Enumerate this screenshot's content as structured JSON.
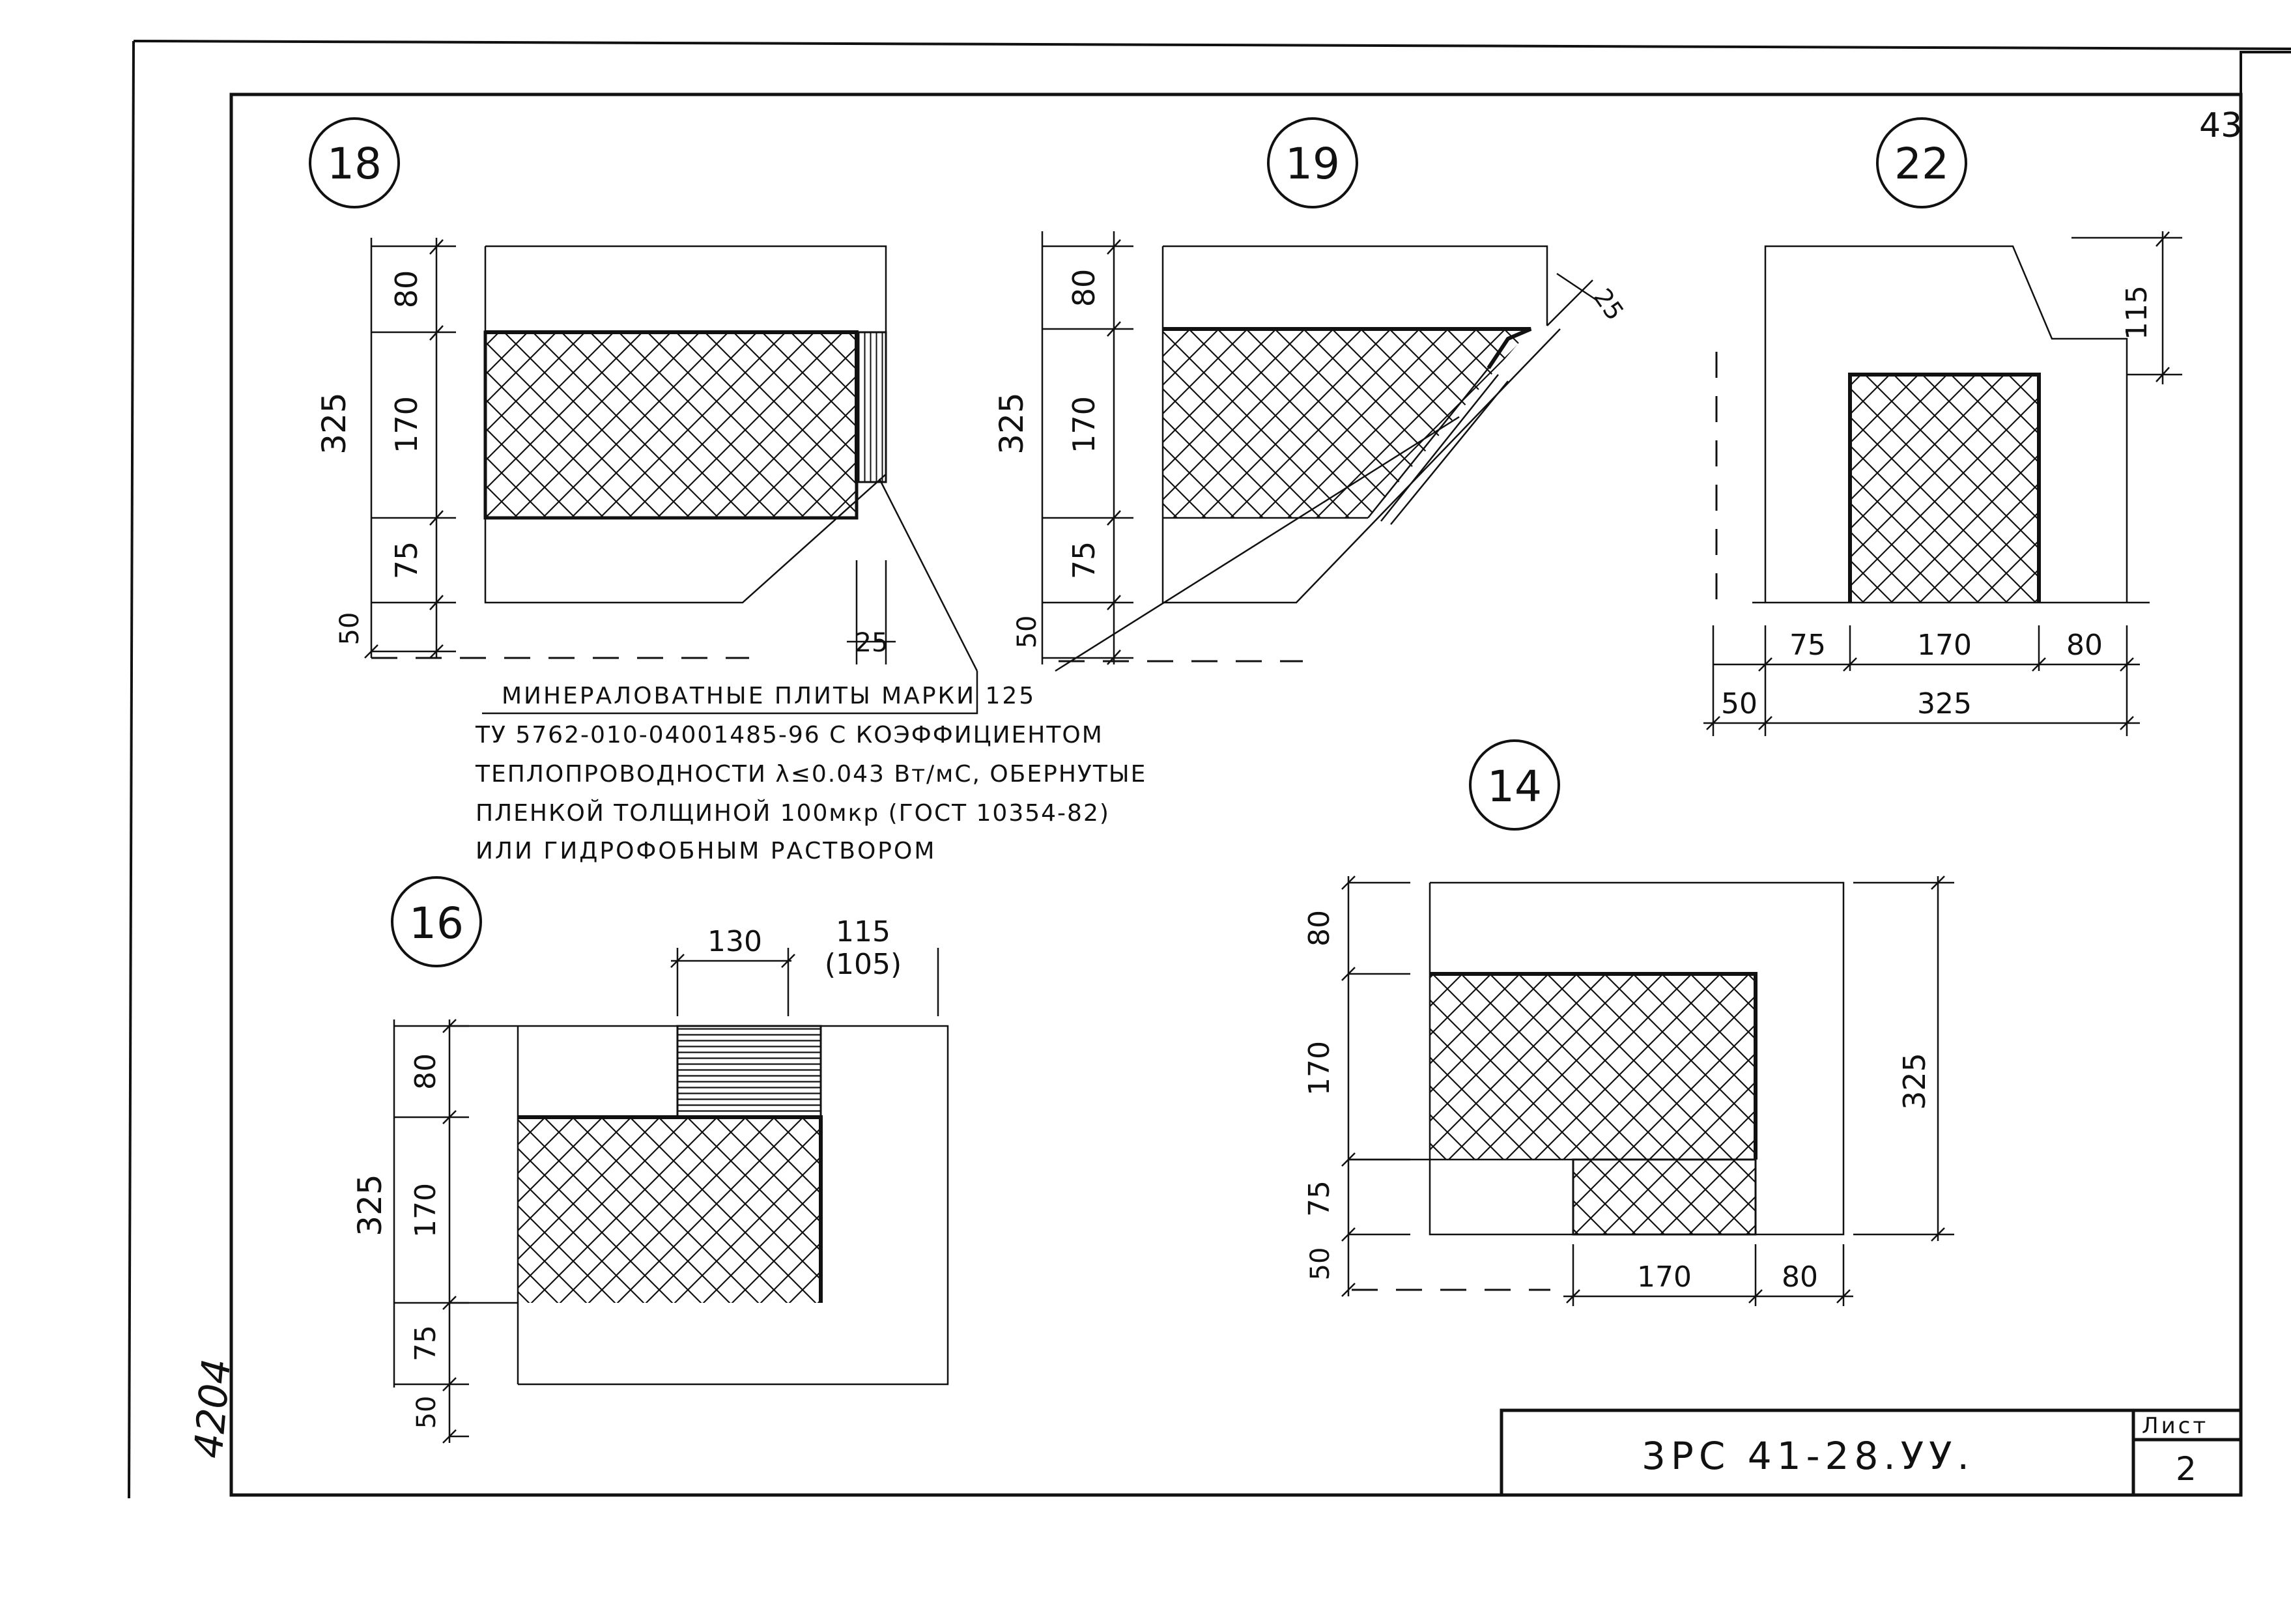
{
  "sheet": {
    "page_number": "43",
    "doc_code": "3РС 41-28.УУ.",
    "sheet_label": "Лист",
    "sheet_number": "2",
    "margin_note": "4204"
  },
  "note": {
    "lines": [
      "МИНЕРАЛОВАТНЫЕ ПЛИТЫ МАРКИ 125",
      "ТУ 5762-010-04001485-96 С КОЭФФИЦИЕНТОМ",
      "ТЕПЛОПРОВОДНОСТИ λ≤0.043 Вт/мС, ОБЕРНУТЫЕ",
      "ПЛЕНКОЙ ТОЛЩИНОЙ 100мкр (ГОСТ 10354-82)",
      "ИЛИ ГИДРОФОБНЫМ РАСТВОРОМ"
    ]
  },
  "details": {
    "d18": {
      "label": "18",
      "dims": {
        "total": "325",
        "a": "80",
        "b": "170",
        "c": "75",
        "d": "50",
        "e": "25"
      }
    },
    "d19": {
      "label": "19",
      "dims": {
        "total": "325",
        "a": "80",
        "b": "170",
        "c": "75",
        "d": "50",
        "e": "25"
      }
    },
    "d22": {
      "label": "22",
      "dims": {
        "top": "115",
        "a": "75",
        "b": "170",
        "c": "80",
        "d": "50",
        "total": "325"
      }
    },
    "d16": {
      "label": "16",
      "dims": {
        "top1": "130",
        "top2": "115",
        "top2b": "(105)",
        "total": "325",
        "a": "80",
        "b": "170",
        "c": "75",
        "d": "50"
      }
    },
    "d14": {
      "label": "14",
      "dims": {
        "a": "80",
        "b": "170",
        "c": "75",
        "d": "50",
        "total": "325",
        "bot1": "170",
        "bot2": "80"
      }
    }
  }
}
